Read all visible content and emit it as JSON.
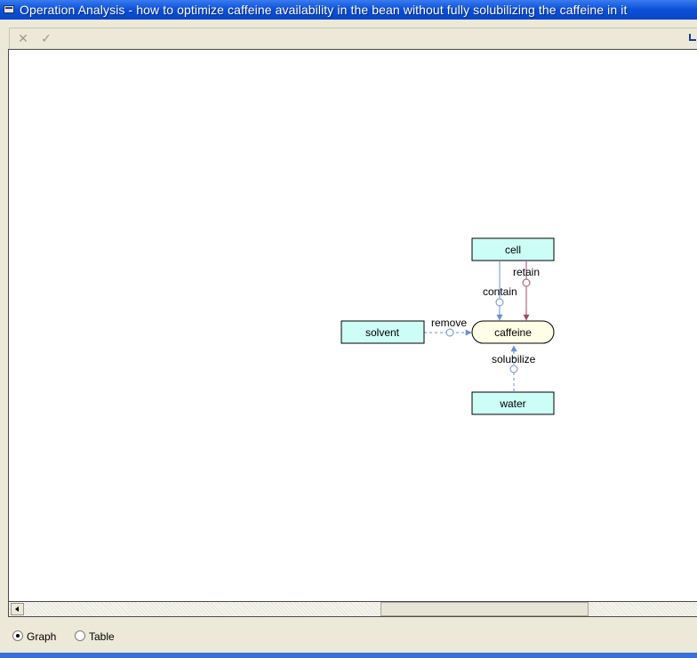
{
  "window": {
    "title": "Operation Analysis - how to optimize caffeine availability in the bean without fully solubilizing the caffeine in it"
  },
  "toolbar": {
    "cancel_glyph": "✕",
    "accept_glyph": "✓"
  },
  "graph": {
    "nodes": [
      {
        "id": "cell",
        "label": "cell",
        "shape": "rect"
      },
      {
        "id": "solvent",
        "label": "solvent",
        "shape": "rect"
      },
      {
        "id": "caffeine",
        "label": "caffeine",
        "shape": "pill"
      },
      {
        "id": "water",
        "label": "water",
        "shape": "rect"
      }
    ],
    "edges": [
      {
        "label": "contain",
        "from": "cell",
        "to": "caffeine",
        "style": "solid",
        "color": "#6a8fd6"
      },
      {
        "label": "retain",
        "from": "cell",
        "to": "caffeine",
        "style": "solid",
        "color": "#a34a66"
      },
      {
        "label": "remove",
        "from": "solvent",
        "to": "caffeine",
        "style": "dashed",
        "color": "#6a8fd6"
      },
      {
        "label": "solubilize",
        "from": "water",
        "to": "caffeine",
        "style": "dashed",
        "color": "#6a8fd6"
      }
    ],
    "colors": {
      "component_fill": "#ccfdf6",
      "product_fill": "#fefee6",
      "useful": "#6a8fd6",
      "harmful": "#a34a66"
    }
  },
  "view_toggle": {
    "graph_label": "Graph",
    "table_label": "Table",
    "selected": "Graph"
  }
}
